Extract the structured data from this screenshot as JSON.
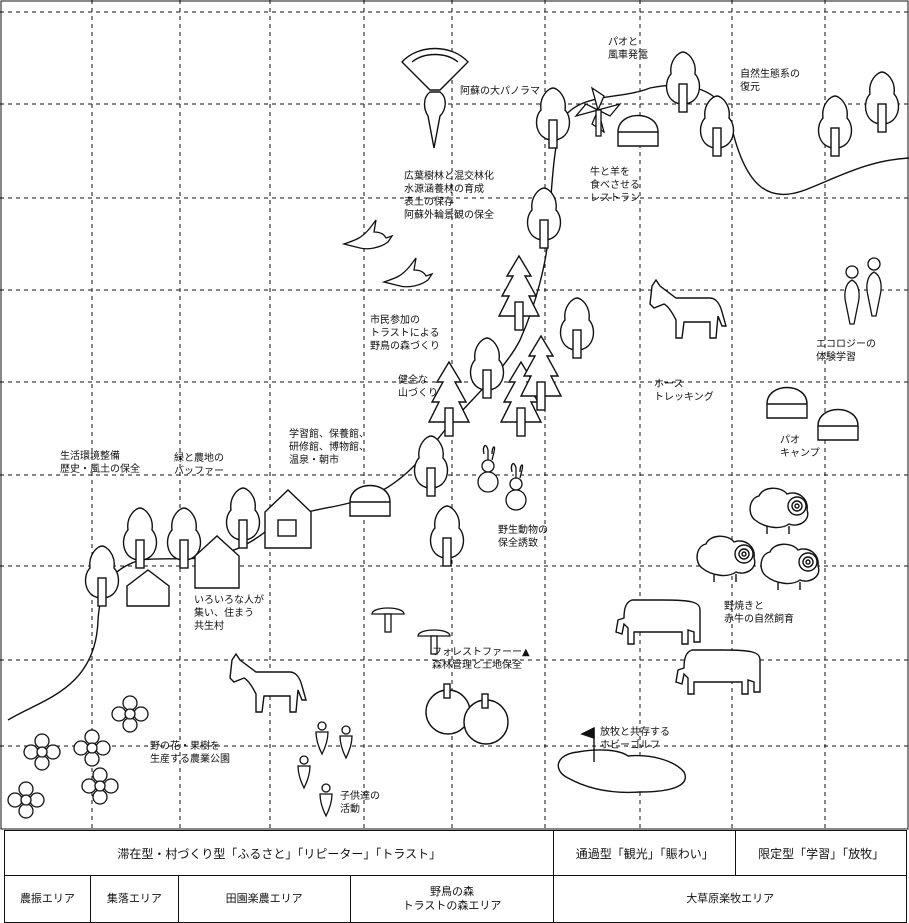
{
  "labels": {
    "panorama": "阿蘇の大パノラマ",
    "pao_wind": "パオと\n風車発電",
    "ecosystem": "自然生態系の\n復元",
    "broadleaf": "広葉樹林と混交林化\n水源涵養林の育成\n表土の保存\n阿蘇外輪景観の保全",
    "restaurant": "牛と羊を\n食べさせる\nレストラン",
    "trust_forest": "市民参加の\nトラストによる\n野鳥の森づくり",
    "healthy_mountain": "健全な\n山づくり",
    "ecology": "エコロジーの\n体験学習",
    "horse_trekking": "ホース\nトレッキング",
    "pao_camp": "パオ\nキャンプ",
    "facilities": "学習館、保養館、\n研修館、博物館、\n温泉・朝市",
    "living_env": "生活環境整備\n歴史・風土の保全",
    "green_buffer": "緑と農地の\nバッファー",
    "wildlife": "野生動物の\n保全誘致",
    "village": "いろいろな人が\n集い、住まう\n共生村",
    "forester": "フォレストファーー▲\n森林管理と土地保全",
    "grazing": "野焼きと\n赤牛の自然飼育",
    "farm_park": "野の花・果樹を\n生産する農業公園",
    "children": "子供達の\n活動",
    "golf": "放牧と共存する\nホビーゴルフ"
  },
  "legend": {
    "row1": [
      "滞在型・村づくり型「ふるさと」「リピーター」「トラスト」",
      "通過型「観光」「賑わい」",
      "限定型「学習」「放牧」"
    ],
    "row2": [
      "農振エリア",
      "集落エリア",
      "田園楽農エリア",
      "野鳥の森\nトラストの森エリア",
      "大草原楽牧エリア"
    ]
  }
}
